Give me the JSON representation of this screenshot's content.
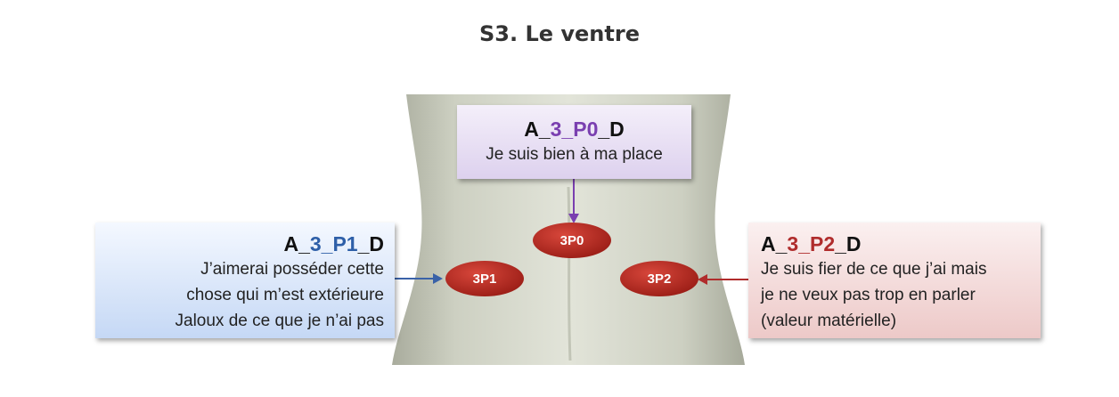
{
  "title": "S3. Le ventre",
  "colors": {
    "p0_accent": "#7a3fb0",
    "p1_accent": "#2e5fa8",
    "p2_accent": "#b02c2c",
    "ellipse_fill": "#b3271f",
    "arrow_p0": "#7a3fb0",
    "arrow_p1": "#3a62a8",
    "arrow_p2": "#b02c2c"
  },
  "boxes": {
    "p0": {
      "code_prefix": "A_",
      "code_mid": "3_P0",
      "code_suffix": "_D",
      "lines": [
        "Je suis bien à ma place"
      ]
    },
    "p1": {
      "code_prefix": "A_",
      "code_mid": "3_P1",
      "code_suffix": "_D",
      "lines": [
        "J’aimerai posséder cette",
        "chose qui m’est extérieure",
        "Jaloux de ce que je n’ai pas"
      ]
    },
    "p2": {
      "code_prefix": "A_",
      "code_mid": "3_P2",
      "code_suffix": "_D",
      "lines": [
        "Je suis fier de ce que j’ai mais",
        "je ne veux pas trop en parler",
        "(valeur matérielle)"
      ]
    }
  },
  "points": {
    "p0": "3P0",
    "p1": "3P1",
    "p2": "3P2"
  }
}
